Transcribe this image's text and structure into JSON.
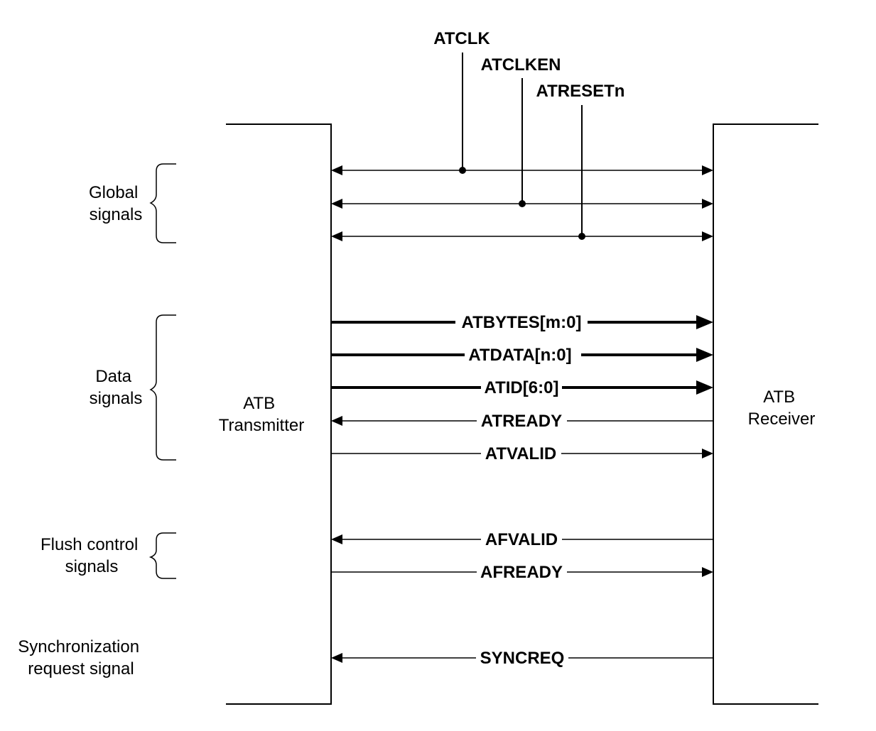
{
  "colors": {
    "line": "#000000",
    "background": "#ffffff"
  },
  "blocks": {
    "transmitter": [
      "ATB",
      "Transmitter"
    ],
    "receiver": [
      "ATB",
      "Receiver"
    ]
  },
  "groups": {
    "global": [
      "Global",
      "signals"
    ],
    "data": [
      "Data",
      "signals"
    ],
    "flush": [
      "Flush control",
      "signals"
    ],
    "sync": [
      "Synchronization",
      "request signal"
    ]
  },
  "global_signals": [
    {
      "name": "ATCLK",
      "direction": "bidirectional"
    },
    {
      "name": "ATCLKEN",
      "direction": "bidirectional"
    },
    {
      "name": "ATRESETn",
      "direction": "bidirectional"
    }
  ],
  "signals": [
    {
      "name": "ATBYTES[m:0]",
      "direction": "to-receiver",
      "bus": true
    },
    {
      "name": "ATDATA[n:0]",
      "direction": "to-receiver",
      "bus": true
    },
    {
      "name": "ATID[6:0]",
      "direction": "to-receiver",
      "bus": true
    },
    {
      "name": "ATREADY",
      "direction": "to-transmitter",
      "bus": false
    },
    {
      "name": "ATVALID",
      "direction": "to-receiver",
      "bus": false
    },
    {
      "name": "AFVALID",
      "direction": "to-transmitter",
      "bus": false
    },
    {
      "name": "AFREADY",
      "direction": "to-receiver",
      "bus": false
    },
    {
      "name": "SYNCREQ",
      "direction": "to-transmitter",
      "bus": false
    }
  ]
}
